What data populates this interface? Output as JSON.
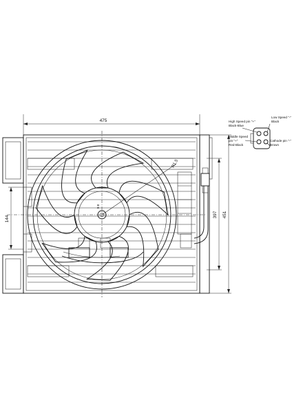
{
  "dimensions": {
    "width": "475",
    "height": "451",
    "fan_height": "397",
    "offset": "144",
    "radius": "R1.5"
  },
  "fan": {
    "center_label": "9-8"
  },
  "connector": {
    "high_speed": [
      "High Speed pin \"+\"",
      "Black-Blue"
    ],
    "low_speed": [
      "Low Speed \"-\"",
      "Black"
    ],
    "middle_speed": [
      "Middle Speed",
      "pin \"+\"",
      "Red-Black"
    ],
    "cathode": [
      "Cathode pin \"-\"",
      "Brown"
    ]
  }
}
